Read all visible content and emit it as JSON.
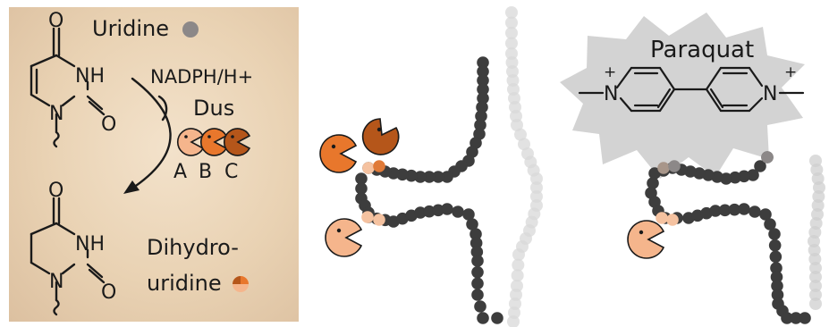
{
  "labels": {
    "uridine": "Uridine",
    "cofactor": "NADPH/H+",
    "enzyme": "Dus",
    "variant_a": "A",
    "variant_b": "B",
    "variant_c": "C",
    "product_line1": "Dihydro-",
    "product_line2": "uridine",
    "compound": "Paraquat"
  },
  "colors": {
    "panel_background": "#e9d2b3",
    "uridine_dot": "#8c8888",
    "dus_a": "#f5b58c",
    "dus_b": "#e8772c",
    "dus_c": "#b5561a",
    "trna_nucleotide": "#3d3d3d",
    "modified_light": "#f5c2a0",
    "modified_dark": "#e07a38",
    "stress_burst": "#d3d3d3"
  },
  "icons": {
    "uridine_marker": "gray-dot-icon",
    "dihydrouridine_marker": "orange-segmented-dot-icon",
    "enzyme": "pacman-enzyme-icon",
    "stress": "burst-star-icon"
  }
}
